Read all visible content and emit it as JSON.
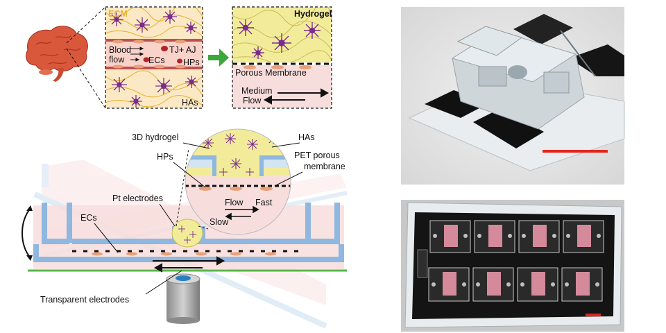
{
  "panel_top_left": {
    "ecm_label": "ECM",
    "blood_flow_label_1": "Blood",
    "blood_flow_label_2": "flow",
    "tj_aj_label": "TJ+ AJ",
    "ecs_label": "ECs",
    "hps_label": "HPs",
    "has_label": "HAs"
  },
  "panel_top_mid": {
    "hydrogel_label": "Hydrogel",
    "membrane_label": "Porous Membrane",
    "medium_label_1": "Medium",
    "medium_label_2": "Flow"
  },
  "panel_bottom_left": {
    "hydrogel3d_label": "3D hydrogel",
    "has_label": "HAs",
    "hps_label": "HPs",
    "pet_label_1": "PET porous",
    "pet_label_2": "membrane",
    "pt_label": "Pt electrodes",
    "ecs_label": "ECs",
    "flow_label": "Flow",
    "fast_label": "Fast",
    "slow_label": "Slow",
    "transparent_label": "Transparent electrodes"
  },
  "colors": {
    "ecm_label": "#e8b436",
    "ec_cells": "#e9a07a",
    "astrocyte": "#7b2d8c",
    "hydrogel": "#f2ec9a",
    "pink_bg": "#f7dedd",
    "chip_blue": "#8fb7df",
    "green_arrow": "#3aa83a",
    "scale_bar": "#e0261e"
  }
}
